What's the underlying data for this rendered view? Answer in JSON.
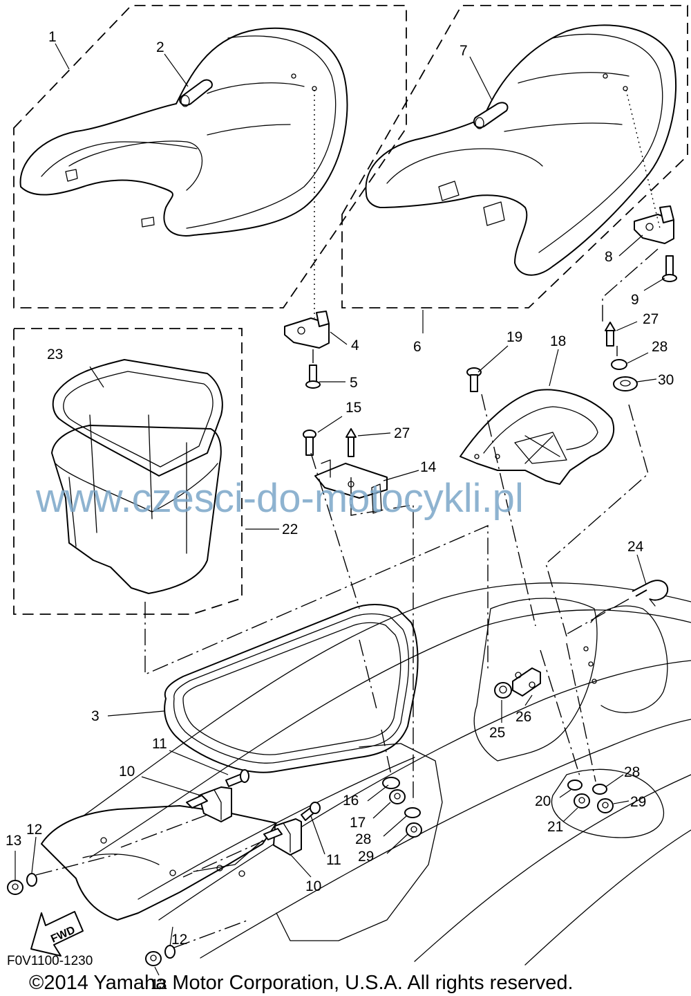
{
  "labels": {
    "n1": "1",
    "n2": "2",
    "n3": "3",
    "n4": "4",
    "n5": "5",
    "n6": "6",
    "n7": "7",
    "n8": "8",
    "n9": "9",
    "n10a": "10",
    "n10b": "10",
    "n11a": "11",
    "n11b": "11",
    "n12a": "12",
    "n12b": "12",
    "n13a": "13",
    "n13b": "13",
    "n14": "14",
    "n15": "15",
    "n16": "16",
    "n17": "17",
    "n18": "18",
    "n19": "19",
    "n20": "20",
    "n21": "21",
    "n22": "22",
    "n23": "23",
    "n24": "24",
    "n25": "25",
    "n26": "26",
    "n27a": "27",
    "n27b": "27",
    "n28a": "28",
    "n28b": "28",
    "n28c": "28",
    "n29a": "29",
    "n29b": "29",
    "n30": "30"
  },
  "watermark": "www.czesci-do-motocykli.pl",
  "diagram_code": "F0V1100-1230",
  "fwd_label": "FWD",
  "copyright": "©2014 Yamaha Motor Corporation, U.S.A. All rights reserved.",
  "colors": {
    "watermark": "#7aa6c8",
    "line": "#000000",
    "background": "#ffffff"
  }
}
